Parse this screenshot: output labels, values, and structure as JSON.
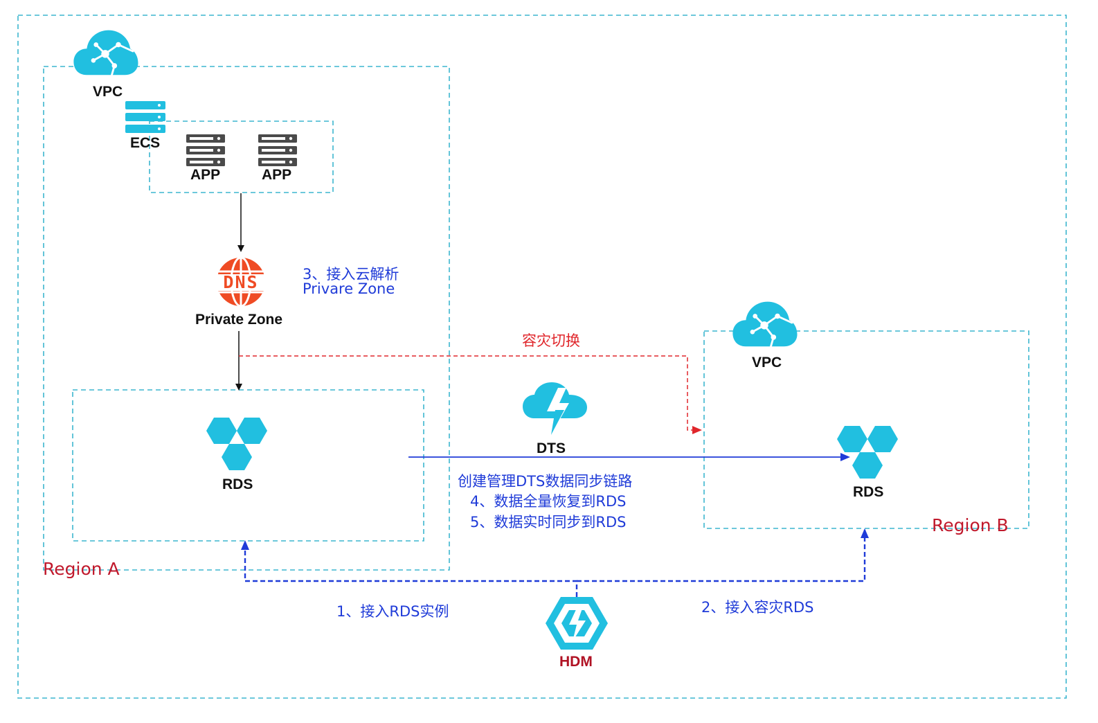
{
  "colors": {
    "cyan": "#21bfe0",
    "dashed_border": "#3cb6cf",
    "blue_link": "#1f3bd8",
    "red_link": "#e0262b",
    "dns_red": "#ef4b24",
    "server_gray": "#4a4a4a",
    "region_label": "#c0192c",
    "hdm_label": "#b01224"
  },
  "region_a": {
    "label": "Region A",
    "vpc": {
      "label": "VPC",
      "icon": "cloud-network-icon"
    },
    "ecs": {
      "label": "ECS",
      "icon": "server-stack-icon"
    },
    "apps": [
      {
        "label": "APP",
        "icon": "server-rack-icon"
      },
      {
        "label": "APP",
        "icon": "server-rack-icon"
      }
    ],
    "dns": {
      "icon_text": "DNS",
      "label": "Private Zone",
      "icon": "dns-globe-icon"
    },
    "rds": {
      "label": "RDS",
      "icon": "rds-hexagon-icon"
    },
    "note_dns": {
      "line1": "3、接入云解析",
      "line2": "Privare Zone"
    }
  },
  "region_b": {
    "label": "Region B",
    "vpc": {
      "label": "VPC",
      "icon": "cloud-network-icon"
    },
    "rds": {
      "label": "RDS",
      "icon": "rds-hexagon-icon"
    }
  },
  "dts": {
    "label": "DTS",
    "icon": "cloud-bolt-icon",
    "notes": [
      "创建管理DTS数据同步链路",
      "4、数据全量恢复到RDS",
      "5、数据实时同步到RDS"
    ]
  },
  "failover": {
    "label": "容灾切换"
  },
  "hdm": {
    "label": "HDM",
    "icon": "hdm-hexagon-icon",
    "note_left": "1、接入RDS实例",
    "note_right": "2、接入容灾RDS"
  }
}
